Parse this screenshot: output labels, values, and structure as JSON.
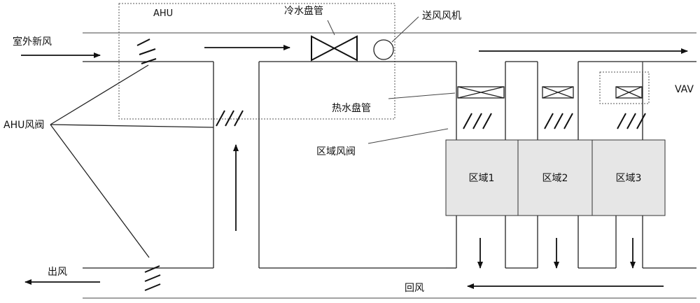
{
  "labels": {
    "ahu": "AHU",
    "chilled_coil": "冷水盘管",
    "supply_fan": "送风风机",
    "outdoor_air": "室外新风",
    "ahu_damper": "AHU风阀",
    "hot_coil": "热水盘管",
    "zone_damper": "区域风阀",
    "vav": "VAV",
    "exhaust_air": "出风",
    "return_air": "回风"
  },
  "zones": [
    "区域1",
    "区域2",
    "区域3"
  ],
  "colors": {
    "zone_fill": "#e6e6e6",
    "line": "#222222"
  }
}
